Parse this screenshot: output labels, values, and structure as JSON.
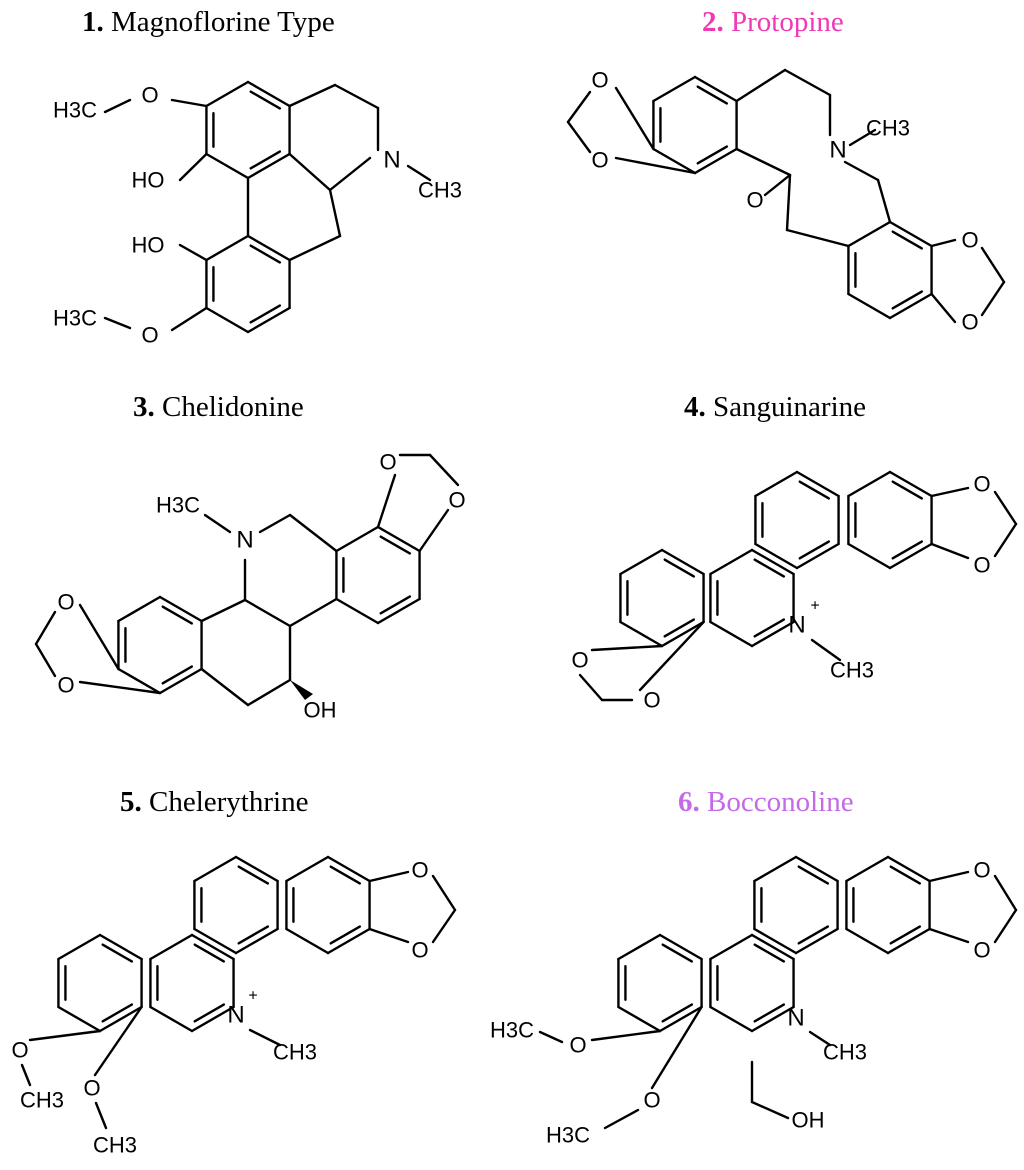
{
  "figure": {
    "compounds": [
      {
        "number": "1.",
        "name": "Magnoflorine Type",
        "color": "#000000"
      },
      {
        "number": "2.",
        "name": "Protopine",
        "color": "#ee3ab4"
      },
      {
        "number": "3.",
        "name": "Chelidonine",
        "color": "#000000"
      },
      {
        "number": "4.",
        "name": "Sanguinarine",
        "color": "#000000"
      },
      {
        "number": "5.",
        "name": "Chelerythrine",
        "color": "#000000"
      },
      {
        "number": "6.",
        "name": "Bocconoline",
        "color": "#c46ae6"
      }
    ]
  },
  "atoms": {
    "o": "O",
    "n": "N",
    "h3c": "H3C",
    "ch3": "CH3",
    "ho": "HO",
    "oh": "OH",
    "plus": "+"
  }
}
